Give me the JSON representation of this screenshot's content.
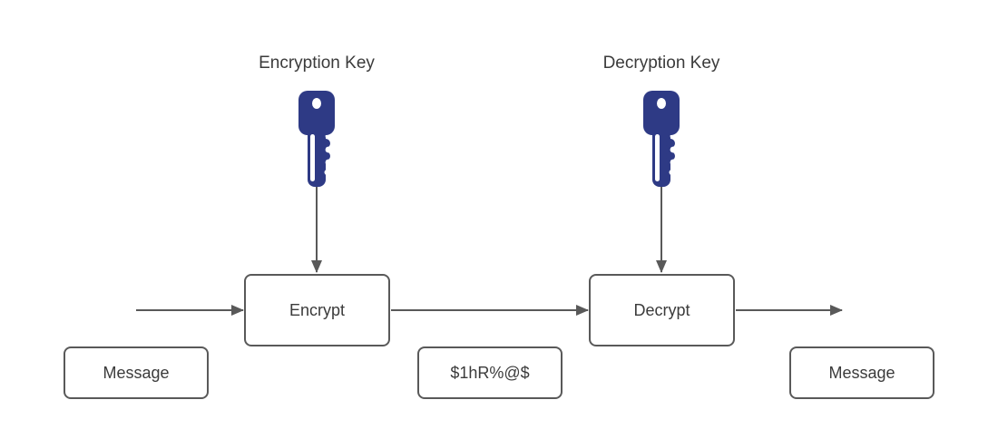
{
  "colors": {
    "canvas_bg": "#ffffff",
    "key_fill": "#2e3a85",
    "shape_stroke": "#595959",
    "shape_fill": "#ffffff",
    "text": "#3b3b3b"
  },
  "labels": {
    "encryption_key": "Encryption Key",
    "decryption_key": "Decryption Key"
  },
  "nodes": {
    "encrypt": "Encrypt",
    "decrypt": "Decrypt",
    "message_in": "Message",
    "ciphertext": "$1hR%@$",
    "message_out": "Message"
  },
  "icons": {
    "encryption_key": "key-icon",
    "decryption_key": "key-icon"
  }
}
